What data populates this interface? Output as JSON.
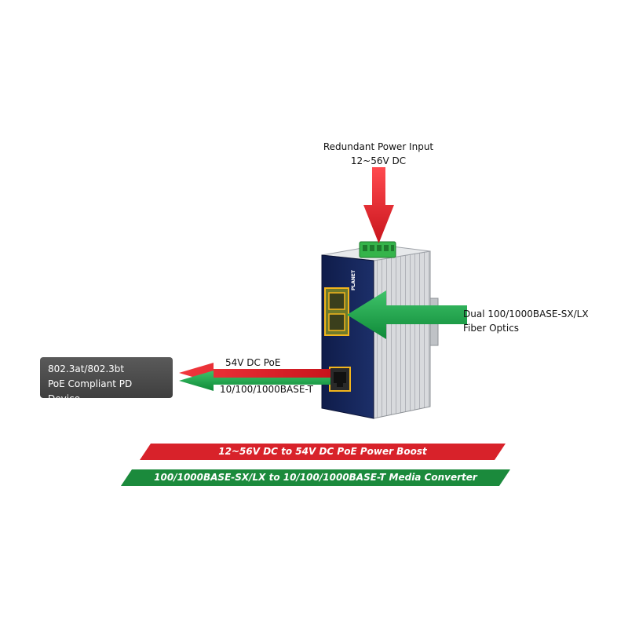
{
  "labels": {
    "power_input_line1": "Redundant Power Input",
    "power_input_line2": "12~56V DC",
    "fiber_line1": "Dual 100/1000BASE-SX/LX",
    "fiber_line2": "Fiber Optics",
    "poe": "54V DC PoE",
    "base_t": "10/100/1000BASE-T",
    "pd_line1": "802.3at/802.3bt",
    "pd_line2": "PoE Compliant PD Device"
  },
  "device": {
    "brand": "PLANET"
  },
  "banners": {
    "red": "12~56V DC to 54V DC PoE Power Boost",
    "green": "100/1000BASE-SX/LX to 10/100/1000BASE-T Media Converter"
  },
  "colors": {
    "red_arrow": "#e0212a",
    "green_arrow": "#17a34a",
    "device_front": "#142457",
    "heatsink": "#cfd2d6",
    "sfp_highlight": "#f2b51c",
    "rj45_highlight": "#f2b51c",
    "terminal_block": "#35b44a"
  }
}
